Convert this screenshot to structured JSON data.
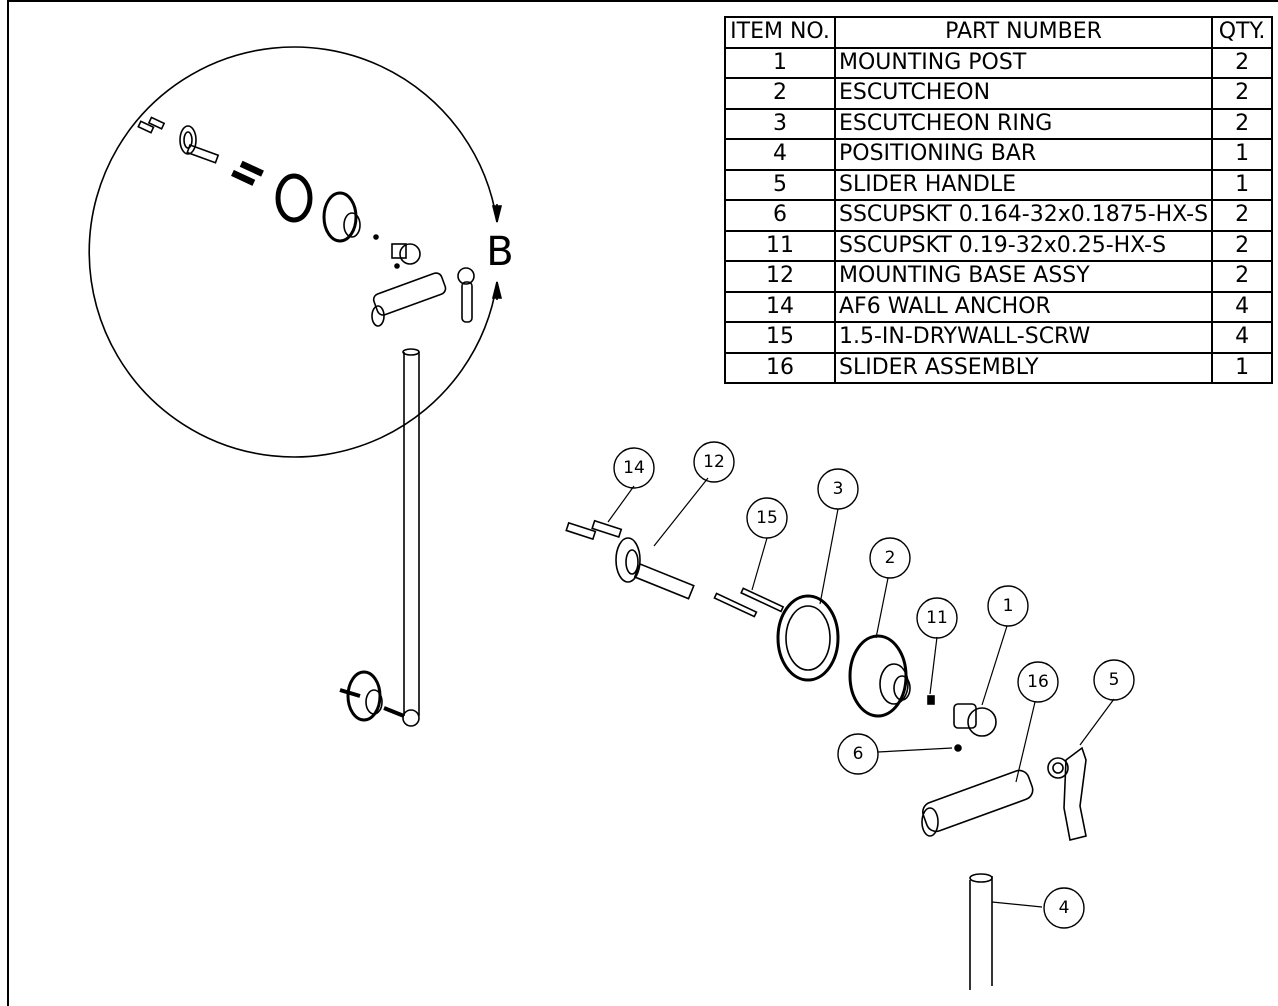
{
  "bom": {
    "headers": [
      "ITEM NO.",
      "PART NUMBER",
      "QTY."
    ],
    "rows": [
      {
        "item": "1",
        "part": "MOUNTING POST",
        "qty": "2"
      },
      {
        "item": "2",
        "part": "ESCUTCHEON",
        "qty": "2"
      },
      {
        "item": "3",
        "part": "ESCUTCHEON RING",
        "qty": "2"
      },
      {
        "item": "4",
        "part": "POSITIONING BAR",
        "qty": "1"
      },
      {
        "item": "5",
        "part": "SLIDER HANDLE",
        "qty": "1"
      },
      {
        "item": "6",
        "part": "SSCUPSKT 0.164-32x0.1875-HX-S",
        "qty": "2"
      },
      {
        "item": "11",
        "part": "SSCUPSKT 0.19-32x0.25-HX-S",
        "qty": "2"
      },
      {
        "item": "12",
        "part": "MOUNTING BASE ASSY",
        "qty": "2"
      },
      {
        "item": "14",
        "part": "AF6 WALL ANCHOR",
        "qty": "4"
      },
      {
        "item": "15",
        "part": "1.5-IN-DRYWALL-SCRW",
        "qty": "4"
      },
      {
        "item": "16",
        "part": "SLIDER ASSEMBLY",
        "qty": "1"
      }
    ]
  },
  "detail_view_label": "B",
  "balloons": [
    "14",
    "12",
    "3",
    "15",
    "2",
    "11",
    "1",
    "16",
    "5",
    "6",
    "4"
  ]
}
